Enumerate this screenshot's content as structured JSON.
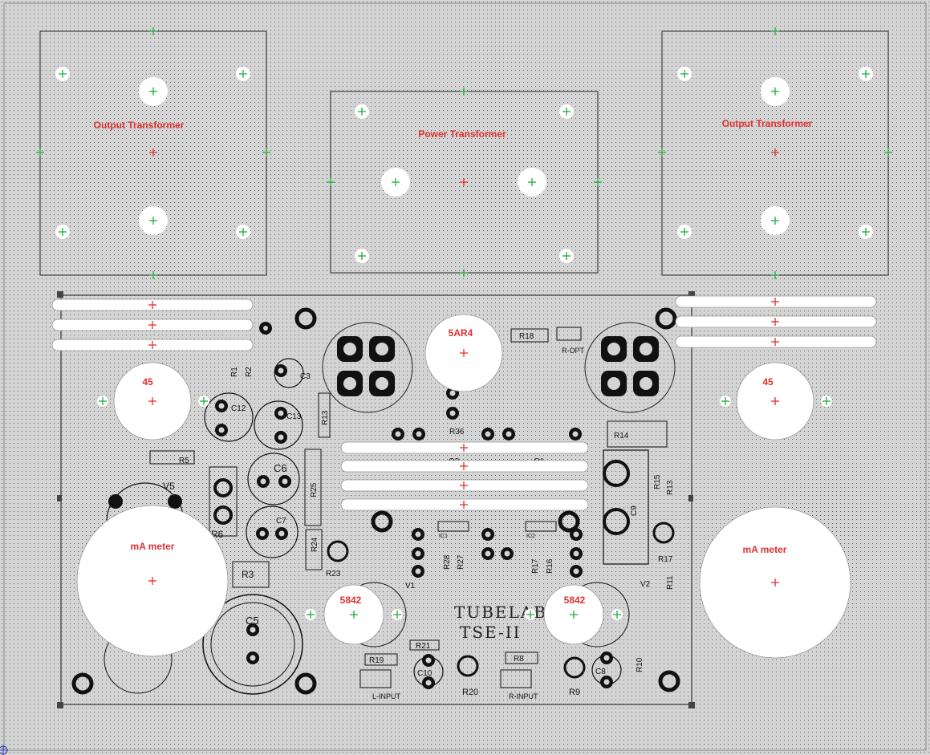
{
  "title": "",
  "colors": {
    "background": "#d4d4d4",
    "grid_dot": "#5b5b5b",
    "label_red": "#e0312f",
    "cross_red": "#e0312f",
    "cross_green": "#1fae3a",
    "pcb_black": "#111111",
    "hole_fill": "#ffffff"
  },
  "labels": {
    "output_transformer_left": "Output Transformer",
    "power_transformer": "Power Transformer",
    "output_transformer_right": "Output Transformer",
    "tube_5ar4": "5AR4",
    "tube_45_left": "45",
    "tube_45_right": "45",
    "meter_left": "mA meter",
    "meter_right": "mA meter",
    "tube_5842_left": "5842",
    "tube_5842_right": "5842"
  },
  "silkscreen": {
    "brand": "TUBELAB",
    "model": "TSE-II",
    "l_input": "L-INPUT",
    "r_input": "R-INPUT",
    "r_opt": "R-OPT"
  },
  "components": {
    "C3": "C3",
    "C12": "C12",
    "C13": "C13",
    "C6": "C6",
    "C7": "C7",
    "C5": "C5",
    "C9": "C9",
    "C8": "C8",
    "C10": "C10",
    "R1": "R1",
    "R2": "R2",
    "R5": "R5",
    "R6": "R6",
    "R3": "R3",
    "R25": "R25",
    "R24": "R24",
    "R23": "R23",
    "R13": "R13",
    "R18": "R18",
    "R14": "R14",
    "R15": "R15",
    "R17": "R17",
    "R11": "R11",
    "R28": "R28",
    "R27": "R27",
    "R16": "R16",
    "R21": "R21",
    "R19": "R19",
    "R20": "R20",
    "R8": "R8",
    "R9": "R9",
    "R10": "R10",
    "R36": "R36",
    "V1": "V1",
    "V2": "V2",
    "V5": "V5",
    "Q1": "Q1",
    "Q2": "Q2",
    "IC1": "IC1",
    "IC2": "IC2"
  },
  "icons": [
    "crosshair-icon",
    "mounting-hole-icon",
    "origin-marker-icon"
  ]
}
